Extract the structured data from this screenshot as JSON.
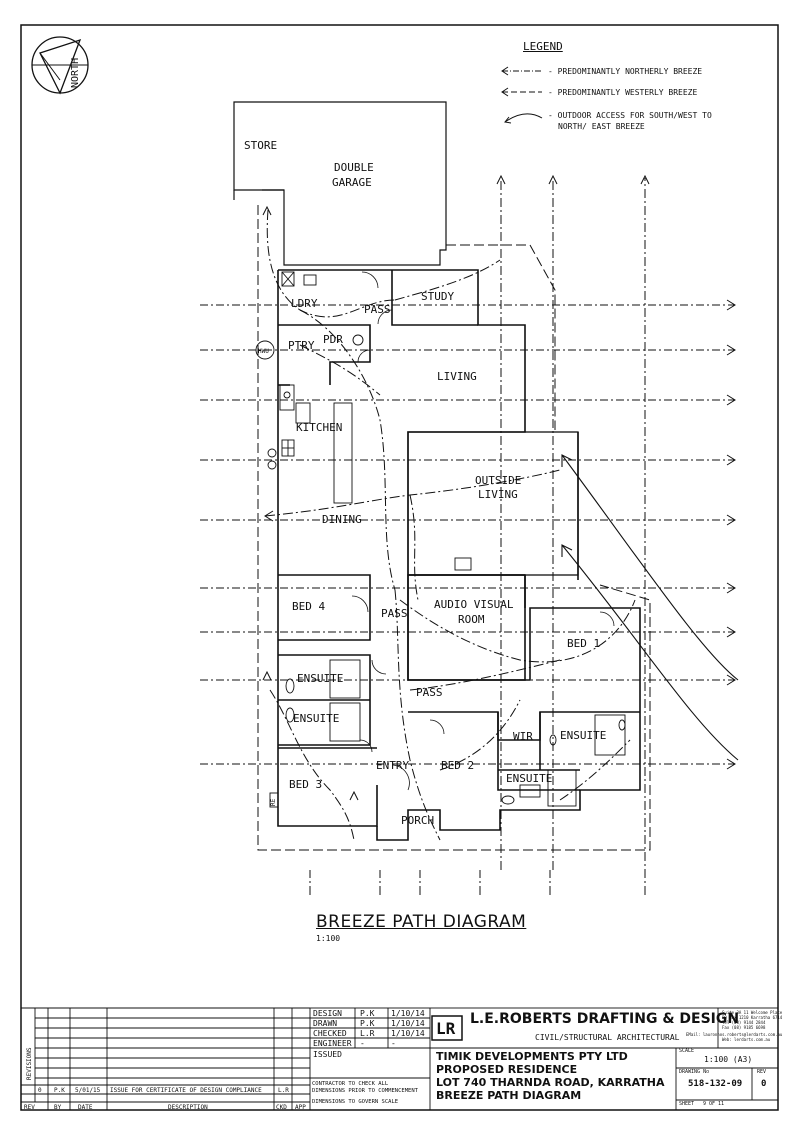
{
  "north_label": "NORTH",
  "legend": {
    "title": "LEGEND",
    "items": [
      "- PREDOMINANTLY NORTHERLY BREEZE",
      "- PREDOMINANTLY WESTERLY BREEZE",
      "- OUTDOOR ACCESS FOR SOUTH/WEST TO",
      "NORTH/ EAST BREEZE"
    ]
  },
  "rooms": {
    "store": "STORE",
    "double": "DOUBLE",
    "garage": "GARAGE",
    "ldry": "LDRY",
    "pass1": "PASS",
    "study": "STUDY",
    "ptry": "PTRY",
    "pdr": "PDR",
    "hwu": "HWU",
    "living": "LIVING",
    "kitchen": "KITCHEN",
    "outside": "OUTSIDE",
    "living2": "LIVING",
    "dining": "DINING",
    "bed4": "BED 4",
    "pass2": "PASS",
    "audio": "AUDIO VISUAL",
    "room": "ROOM",
    "bed1": "BED 1",
    "ensuite1": "ENSUITE",
    "ensuite2": "ENSUITE",
    "pass3": "PASS",
    "wir": "WIR",
    "ensuite3": "ENSUITE",
    "bed3": "BED 3",
    "entry": "ENTRY",
    "bed2": "BED 2",
    "ensuite4": "ENSUITE",
    "porch": "PORCH",
    "re": "RE"
  },
  "diagram": {
    "title": "BREEZE PATH DIAGRAM",
    "scale": "1:100"
  },
  "title_block": {
    "sign_off": [
      {
        "role": "DESIGN",
        "initials": "P.K",
        "date": "1/10/14"
      },
      {
        "role": "DRAWN",
        "initials": "P.K",
        "date": "1/10/14"
      },
      {
        "role": "CHECKED",
        "initials": "L.R",
        "date": "1/10/14"
      },
      {
        "role": "ENGINEER",
        "initials": "-",
        "date": "-"
      }
    ],
    "issued_label": "ISSUED",
    "contractor_note_1": "CONTRACTOR TO CHECK ALL",
    "contractor_note_2": "DIMENSIONS PRIOR TO COMMENCEMENT",
    "contractor_note_3": "DIMENSIONS TO GOVERN SCALE",
    "revisions_label": "REVISIONS",
    "revision": {
      "rev": "0",
      "by": "P.K",
      "date": "5/01/15",
      "description": "ISSUE FOR CERTIFICATE OF DESIGN COMPLIANCE",
      "ckd": "L.R"
    },
    "headers": {
      "rev": "REV",
      "by": "BY",
      "date": "DATE",
      "description": "DESCRIPTION",
      "ckd": "CKD",
      "app": "APP"
    },
    "logo": "LR",
    "company": "L.E.ROBERTS DRAFTING & DESIGN",
    "company_sub": "CIVIL/STRUCTURAL ARCHITECTURAL",
    "address_1": "Suite 3A 11 Welcome Place",
    "address_2": "PO Box 1210 Karratha 6714",
    "address_3": "Tel (08) 9144 2844",
    "address_4": "Fax (08) 9185 6698",
    "address_5": "EMail: lauronnos.roberts@lerdarts.com.au",
    "address_6": "Web: lerdarts.com.au",
    "client": "TIMIK DEVELOPMENTS PTY LTD",
    "project": "PROPOSED RESIDENCE",
    "address": "LOT 740 THARNDA ROAD, KARRATHA",
    "sheet_title": "BREEZE PATH DIAGRAM",
    "scale_label": "SCALE",
    "scale_value": "1:100 (A3)",
    "drawing_no_label": "DRAWING No",
    "drawing_no": "518-132-09",
    "rev_label": "REV",
    "rev_value": "0",
    "sheet_label": "SHEET",
    "sheet_value": "9 OF 11"
  }
}
